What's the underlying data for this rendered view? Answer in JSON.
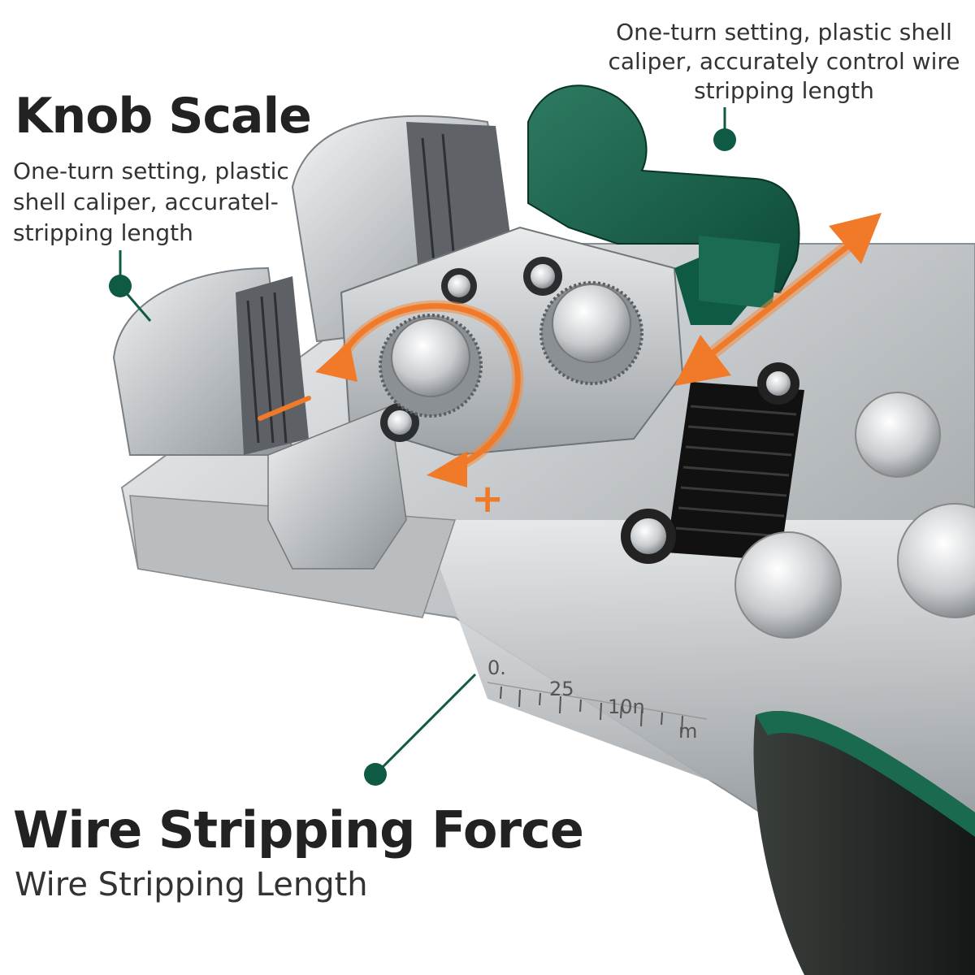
{
  "knob_scale": {
    "title": "Knob Scale",
    "description_lines": [
      "One-turn setting, plastic",
      "shell caliper, accuratel-",
      "stripping length"
    ]
  },
  "top_callout": {
    "description_lines": [
      "One-turn setting, plastic shell",
      "caliper, accurately control wire",
      "stripping length"
    ]
  },
  "force": {
    "title": "Wire Stripping Force",
    "subtitle": "Wire Stripping Length"
  },
  "scale_marks": [
    "0.",
    "25",
    "10n",
    "m"
  ],
  "rotation_symbol": "+",
  "colors": {
    "accent_green": "#0f5a44",
    "arrow_orange": "#f07a28",
    "steel": "#c4c7ca",
    "dark_handle": "#1e2320"
  },
  "icons": [
    "callout-dot-icon",
    "rotate-arrow-icon",
    "double-arrow-icon"
  ]
}
